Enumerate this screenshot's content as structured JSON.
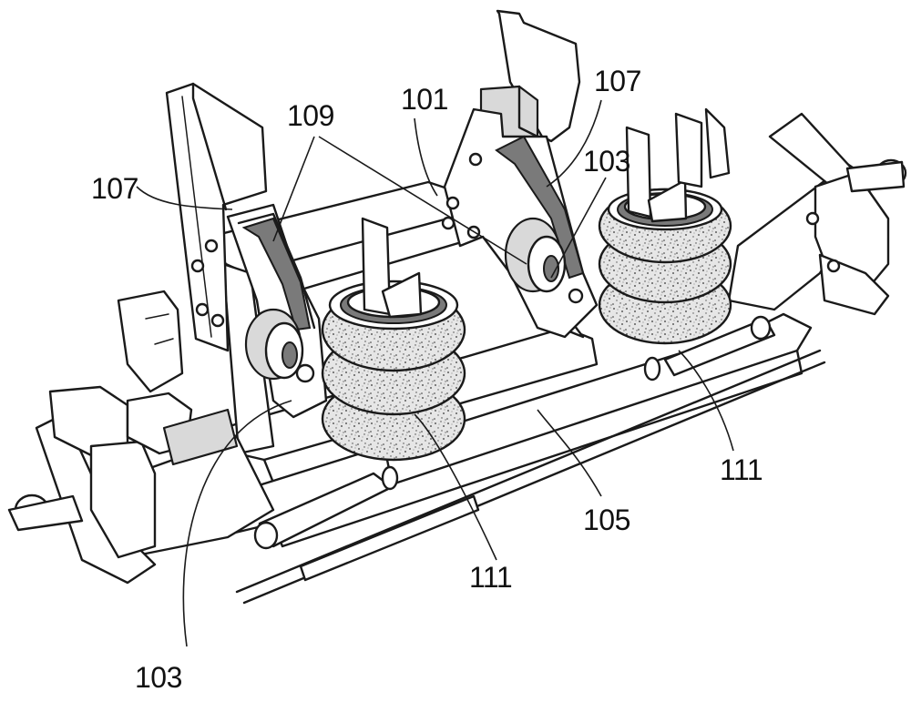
{
  "figure": {
    "reference_numerals": {
      "frame": "101",
      "arm_left": "103",
      "arm_right": "103",
      "axle": "105",
      "bracket_left": "107",
      "bracket_right": "107",
      "pivot_bushing": "109",
      "air_spring_left": "111",
      "air_spring_right": "111"
    }
  }
}
